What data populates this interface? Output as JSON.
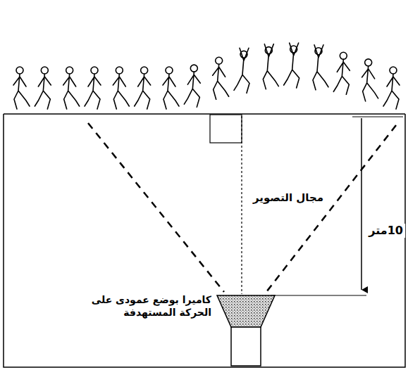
{
  "diagram": {
    "labels": [
      "مجال التصوير",
      "10متر",
      "كاميرا بوضع عمودى على الحركة المستهدفة"
    ]
  }
}
